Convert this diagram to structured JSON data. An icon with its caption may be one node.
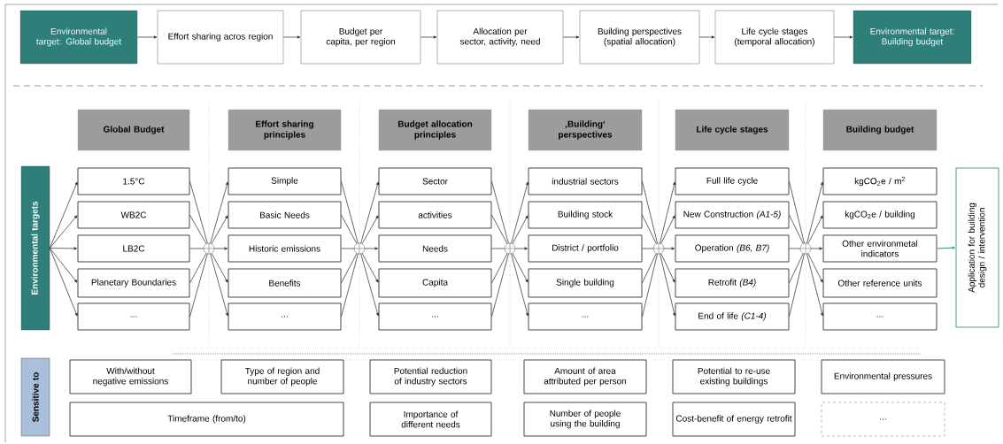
{
  "diagram": {
    "nodes": [
      {
        "text": [
          "Environmental target: Global budget"
        ]
      },
      {
        "text": [
          "Effort sharing acros region"
        ]
      },
      {
        "text": [
          "Budget per capita, per region"
        ]
      },
      {
        "text": [
          "Allocation per sector, activity, need"
        ]
      },
      {
        "text": [
          "Building perspectives (spatial allocation)"
        ]
      },
      {
        "text": [
          "Life cycle stages (temporal allocation)"
        ]
      },
      {
        "text": [
          "Environmental target: Building budget"
        ]
      },
      {
        "text": [
          "Environmental targets"
        ]
      },
      {
        "text": [
          "Global Budget"
        ]
      },
      {
        "text": [
          "1.5°C"
        ]
      },
      {
        "text": [
          "WB2C"
        ]
      },
      {
        "text": [
          "LB2C"
        ]
      },
      {
        "text": [
          "Planetary Boundaries"
        ]
      },
      {
        "text": [
          "..."
        ]
      },
      {
        "text": [
          "Effort sharing principles"
        ]
      },
      {
        "text": [
          "Simple"
        ]
      },
      {
        "text": [
          "Basic Needs"
        ]
      },
      {
        "text": [
          "Historic emissions"
        ]
      },
      {
        "text": [
          "Benefits"
        ]
      },
      {
        "text": [
          "..."
        ]
      },
      {
        "text": [
          "Budget allocation principles"
        ]
      },
      {
        "text": [
          "Sector"
        ]
      },
      {
        "text": [
          "activities"
        ]
      },
      {
        "text": [
          "Needs"
        ]
      },
      {
        "text": [
          "Capita"
        ]
      },
      {
        "text": [
          "..."
        ]
      },
      {
        "text": [
          "‚Building‘ perspectives"
        ]
      },
      {
        "text": [
          "industrial sectors"
        ]
      },
      {
        "text": [
          "Building stock"
        ]
      },
      {
        "text": [
          "District / portfolio"
        ]
      },
      {
        "text": [
          "Single building"
        ]
      },
      {
        "text": [
          "..."
        ]
      },
      {
        "text": [
          "Life cycle stages"
        ]
      },
      {
        "text": [
          "Full life cycle"
        ]
      },
      {
        "text": [
          "New Construction *(A1-5)*"
        ]
      },
      {
        "text": [
          "Operation *(B6, B7)*"
        ]
      },
      {
        "text": [
          "Retrofit *(B4)*"
        ]
      },
      {
        "text": [
          "End of life *(C1-4)*"
        ]
      },
      {
        "text": [
          "Building budget"
        ]
      },
      {
        "text": [
          "kgCO$_{2}$e / m$^{2}$"
        ]
      },
      {
        "text": [
          "kgCO$_{2}$e / building"
        ]
      },
      {
        "text": [
          "Other environmetal indicators"
        ]
      },
      {
        "text": [
          "Other reference units"
        ]
      },
      {
        "text": [
          "..."
        ]
      },
      {
        "text": [],
        "shape": "circle"
      },
      {
        "text": [],
        "shape": "circle"
      },
      {
        "text": [],
        "shape": "circle"
      },
      {
        "text": [],
        "shape": "circle"
      },
      {
        "text": [],
        "shape": "circle"
      },
      {
        "text": [
          "Application for building design / intervention"
        ]
      },
      {
        "text": [
          "Sensitive to"
        ]
      },
      {
        "text": [
          "With/without negative emissions"
        ]
      },
      {
        "text": [
          "Type of region and number of people"
        ]
      },
      {
        "text": [
          "Potential reduction of industry sectors"
        ]
      },
      {
        "text": [
          "Amount of area attributed per person"
        ]
      },
      {
        "text": [
          "Potential to re-use existing buildings"
        ]
      },
      {
        "text": [
          "Environmental pressures"
        ]
      },
      {
        "text": [
          "Timeframe (from/to)"
        ]
      },
      {
        "text": [
          "Importance of different needs"
        ]
      },
      {
        "text": [
          "Number of people using the building"
        ]
      },
      {
        "text": [
          "Cost-benefit of energy retrofit"
        ]
      },
      {
        "text": [
          "..."
        ]
      }
    ],
    "edges": [
      {
        "from": 0,
        "to": 1,
        "arrow": "to"
      },
      {
        "from": 1,
        "to": 2,
        "arrow": "to"
      },
      {
        "from": 2,
        "to": 3,
        "arrow": "to"
      },
      {
        "from": 3,
        "to": 4,
        "arrow": "to"
      },
      {
        "from": 4,
        "to": 5,
        "arrow": "to"
      },
      {
        "from": 5,
        "to": 6,
        "arrow": "to"
      },
      {
        "from": 7,
        "to": 9,
        "arrow": "to"
      },
      {
        "from": 7,
        "to": 10,
        "arrow": "to"
      },
      {
        "from": 7,
        "to": 11,
        "arrow": "to"
      },
      {
        "from": 7,
        "to": 12,
        "arrow": "to"
      },
      {
        "from": 7,
        "to": 13,
        "arrow": "to"
      },
      {
        "from": 9,
        "to": 44,
        "arrow": "none"
      },
      {
        "from": 10,
        "to": 44,
        "arrow": "none"
      },
      {
        "from": 11,
        "to": 44,
        "arrow": "none"
      },
      {
        "from": 12,
        "to": 44,
        "arrow": "none"
      },
      {
        "from": 13,
        "to": 44,
        "arrow": "none"
      },
      {
        "from": 44,
        "to": 15,
        "arrow": "to"
      },
      {
        "from": 44,
        "to": 16,
        "arrow": "to"
      },
      {
        "from": 44,
        "to": 17,
        "arrow": "to"
      },
      {
        "from": 44,
        "to": 18,
        "arrow": "to"
      },
      {
        "from": 44,
        "to": 19,
        "arrow": "to"
      },
      {
        "from": 15,
        "to": 45,
        "arrow": "none"
      },
      {
        "from": 16,
        "to": 45,
        "arrow": "none"
      },
      {
        "from": 17,
        "to": 45,
        "arrow": "none"
      },
      {
        "from": 18,
        "to": 45,
        "arrow": "none"
      },
      {
        "from": 19,
        "to": 45,
        "arrow": "none"
      },
      {
        "from": 45,
        "to": 21,
        "arrow": "to"
      },
      {
        "from": 45,
        "to": 22,
        "arrow": "to"
      },
      {
        "from": 45,
        "to": 23,
        "arrow": "to"
      },
      {
        "from": 45,
        "to": 24,
        "arrow": "to"
      },
      {
        "from": 45,
        "to": 25,
        "arrow": "to"
      },
      {
        "from": 21,
        "to": 46,
        "arrow": "none"
      },
      {
        "from": 22,
        "to": 46,
        "arrow": "none"
      },
      {
        "from": 23,
        "to": 46,
        "arrow": "none"
      },
      {
        "from": 24,
        "to": 46,
        "arrow": "none"
      },
      {
        "from": 25,
        "to": 46,
        "arrow": "none"
      },
      {
        "from": 46,
        "to": 27,
        "arrow": "to"
      },
      {
        "from": 46,
        "to": 28,
        "arrow": "to"
      },
      {
        "from": 46,
        "to": 29,
        "arrow": "to"
      },
      {
        "from": 46,
        "to": 30,
        "arrow": "to"
      },
      {
        "from": 46,
        "to": 31,
        "arrow": "to"
      },
      {
        "from": 27,
        "to": 47,
        "arrow": "none"
      },
      {
        "from": 28,
        "to": 47,
        "arrow": "none"
      },
      {
        "from": 29,
        "to": 47,
        "arrow": "none"
      },
      {
        "from": 30,
        "to": 47,
        "arrow": "none"
      },
      {
        "from": 31,
        "to": 47,
        "arrow": "none"
      },
      {
        "from": 47,
        "to": 33,
        "arrow": "to"
      },
      {
        "from": 47,
        "to": 34,
        "arrow": "to"
      },
      {
        "from": 47,
        "to": 35,
        "arrow": "to"
      },
      {
        "from": 47,
        "to": 36,
        "arrow": "to"
      },
      {
        "from": 47,
        "to": 37,
        "arrow": "to"
      },
      {
        "from": 33,
        "to": 48,
        "arrow": "none"
      },
      {
        "from": 34,
        "to": 48,
        "arrow": "none"
      },
      {
        "from": 35,
        "to": 48,
        "arrow": "none"
      },
      {
        "from": 36,
        "to": 48,
        "arrow": "none"
      },
      {
        "from": 37,
        "to": 48,
        "arrow": "none"
      },
      {
        "from": 48,
        "to": 39,
        "arrow": "to"
      },
      {
        "from": 48,
        "to": 40,
        "arrow": "to"
      },
      {
        "from": 48,
        "to": 41,
        "arrow": "to"
      },
      {
        "from": 48,
        "to": 42,
        "arrow": "to"
      },
      {
        "from": 48,
        "to": 43,
        "arrow": "to"
      },
      {
        "from": 41,
        "to": 49,
        "arrow": "to",
        "color": "#2e8583"
      }
    ]
  }
}
